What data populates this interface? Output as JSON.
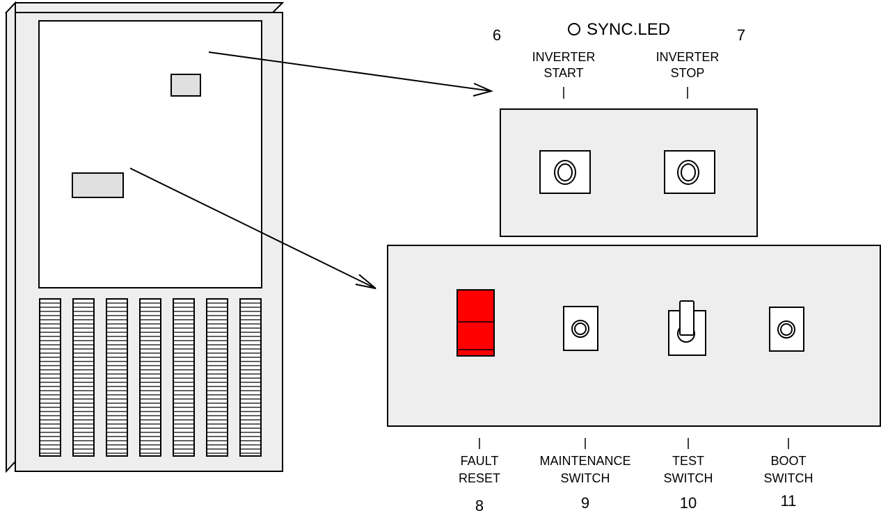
{
  "sync_led": {
    "label": "SYNC.LED"
  },
  "upper_panel": {
    "number_left": "6",
    "number_right": "7",
    "start_button": {
      "line1": "INVERTER",
      "line2": "START"
    },
    "stop_button": {
      "line1": "INVERTER",
      "line2": "STOP"
    }
  },
  "lower_panel": {
    "controls": [
      {
        "line1": "FAULT",
        "line2": "RESET",
        "number": "8"
      },
      {
        "line1": "MAINTENANCE",
        "line2": "SWITCH",
        "number": "9"
      },
      {
        "line1": "TEST",
        "line2": "SWITCH",
        "number": "10"
      },
      {
        "line1": "BOOT",
        "line2": "SWITCH",
        "number": "11"
      }
    ]
  },
  "colors": {
    "panel_fill": "#eeeeee",
    "fault_reset": "#ff0000",
    "stroke": "#000000"
  }
}
